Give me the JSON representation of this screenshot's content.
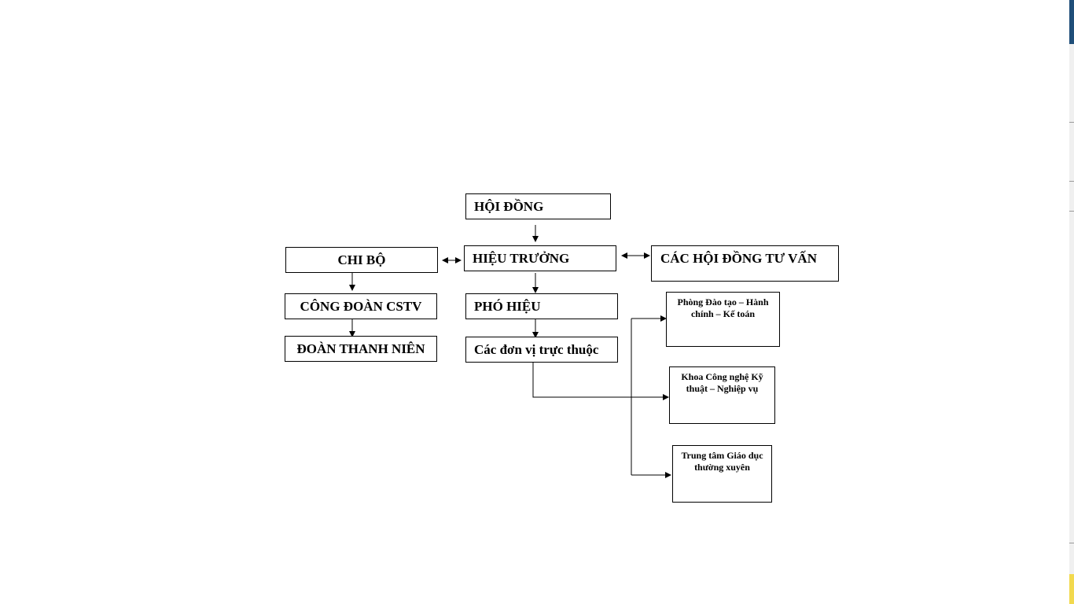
{
  "diagram": {
    "hoi_dong": "HỘI ĐỒNG",
    "hieu_truong": "HIỆU TRƯỞNG",
    "chi_bo": "CHI BỘ",
    "cac_hoi_dong_tu_van": "CÁC HỘI ĐỒNG TƯ  VẤN",
    "cong_doan": "CÔNG ĐOÀN CSTV",
    "doan_thanh_nien": "ĐOÀN THANH NIÊN",
    "pho_hieu": "PHÓ HIỆU",
    "don_vi_truc_thuoc": "Các đơn vị trực thuộc",
    "phong_dao_tao": "Phòng Đào tạo – Hành chính – Kế toán",
    "khoa_cong_nghe": "Khoa Công nghệ Kỹ thuật – Nghiệp vụ",
    "trung_tam_gdtx": "Trung tâm Giáo dục thường xuyên"
  },
  "colors": {
    "line": "#000000",
    "box_border": "#000000",
    "background": "#ffffff"
  }
}
